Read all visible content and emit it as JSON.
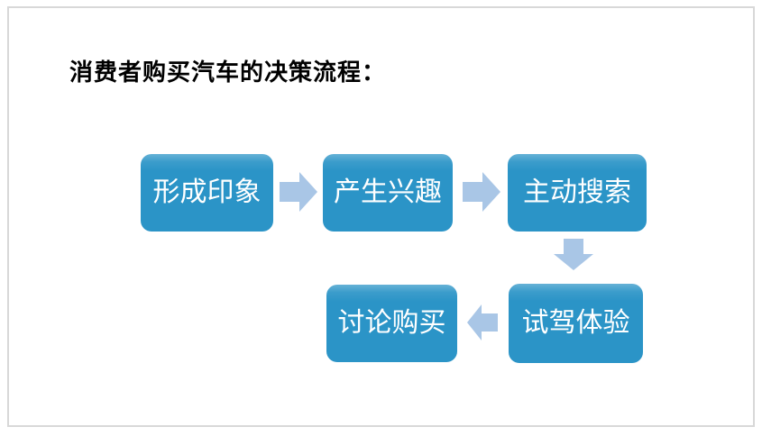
{
  "slide": {
    "title": "消费者购买汽车的决策流程："
  },
  "flow": {
    "steps": [
      {
        "id": "form-impression",
        "label": "形成印象"
      },
      {
        "id": "generate-interest",
        "label": "产生兴趣"
      },
      {
        "id": "active-search",
        "label": "主动搜索"
      },
      {
        "id": "test-drive-experience",
        "label": "试驾体验"
      },
      {
        "id": "discuss-purchase",
        "label": "讨论购买"
      }
    ],
    "connections": [
      {
        "from": "形成印象",
        "to": "产生兴趣",
        "direction": "right"
      },
      {
        "from": "产生兴趣",
        "to": "主动搜索",
        "direction": "right"
      },
      {
        "from": "主动搜索",
        "to": "试驾体验",
        "direction": "down"
      },
      {
        "from": "试驾体验",
        "to": "讨论购买",
        "direction": "left"
      }
    ]
  },
  "colors": {
    "background": "#ffffff",
    "frame_border": "#d8d8d8",
    "title_text": "#000000",
    "box_fill": "#2b94c7",
    "box_text": "#ffffff",
    "arrow_fill": "#a9c6e6"
  }
}
